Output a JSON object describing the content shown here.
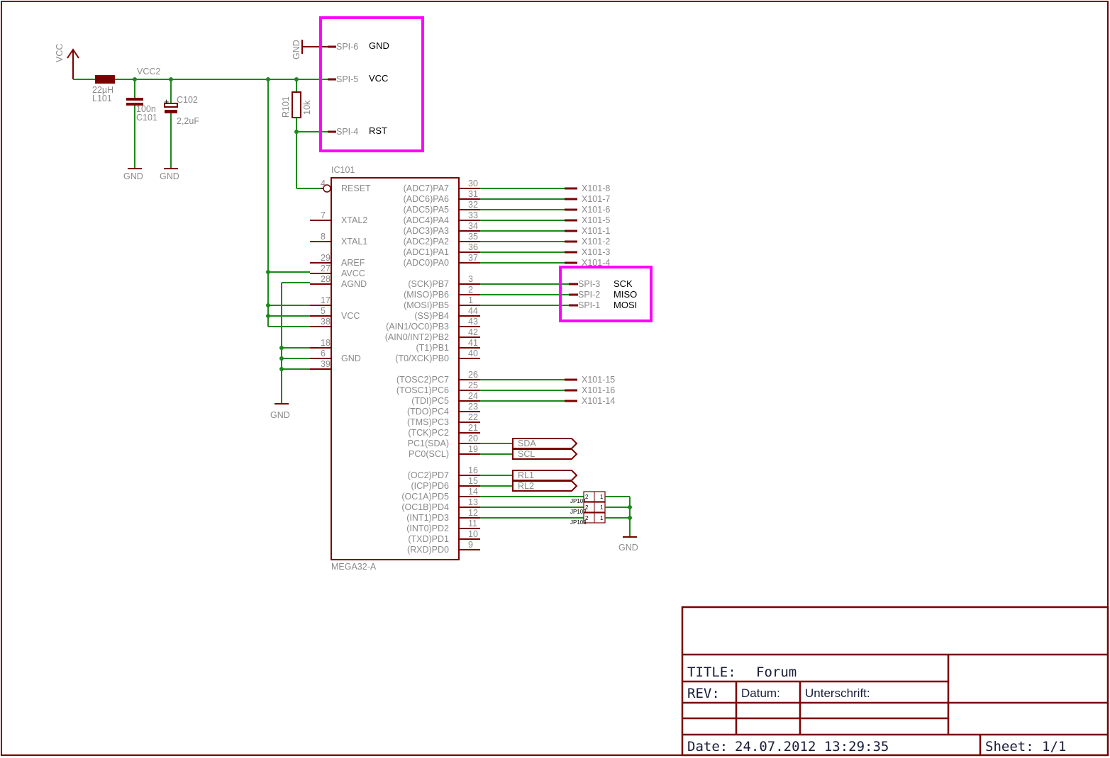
{
  "supply": {
    "vcc_label": "VCC",
    "vcc2_label": "VCC2",
    "inductor": {
      "value": "22µH",
      "name": "L101"
    },
    "cap1": {
      "value": "100n",
      "name": "C101"
    },
    "cap2": {
      "value": "2,2uF",
      "name": "C102"
    },
    "gnd_label": "GND"
  },
  "reset_resistor": {
    "name": "R101",
    "value": "10k"
  },
  "spi_top": [
    {
      "pin": "SPI-6",
      "signal": "GND"
    },
    {
      "pin": "SPI-5",
      "signal": "VCC"
    },
    {
      "pin": "SPI-4",
      "signal": "RST"
    }
  ],
  "spi_right": [
    {
      "pin": "SPI-3",
      "signal": "SCK"
    },
    {
      "pin": "SPI-2",
      "signal": "MISO"
    },
    {
      "pin": "SPI-1",
      "signal": "MOSI"
    }
  ],
  "ic": {
    "name": "IC101",
    "part": "MEGA32-A",
    "left_labels": [
      {
        "num": "4",
        "name": "RESET"
      },
      {
        "num": "7",
        "name": "XTAL2"
      },
      {
        "num": "8",
        "name": "XTAL1"
      },
      {
        "num": "29",
        "name": "AREF"
      },
      {
        "num": "27",
        "name": "AVCC"
      },
      {
        "num": "28",
        "name": "AGND"
      },
      {
        "num": "17",
        "name": ""
      },
      {
        "num": "5",
        "name": "VCC"
      },
      {
        "num": "38",
        "name": ""
      },
      {
        "num": "18",
        "name": ""
      },
      {
        "num": "6",
        "name": "GND"
      },
      {
        "num": "39",
        "name": ""
      }
    ],
    "right_pins": [
      {
        "num": "30",
        "name": "(ADC7)PA7",
        "net": "X101-8"
      },
      {
        "num": "31",
        "name": "(ADC6)PA6",
        "net": "X101-7"
      },
      {
        "num": "32",
        "name": "(ADC5)PA5",
        "net": "X101-6"
      },
      {
        "num": "33",
        "name": "(ADC4)PA4",
        "net": "X101-5"
      },
      {
        "num": "34",
        "name": "(ADC3)PA3",
        "net": "X101-1"
      },
      {
        "num": "35",
        "name": "(ADC2)PA2",
        "net": "X101-2"
      },
      {
        "num": "36",
        "name": "(ADC1)PA1",
        "net": "X101-3"
      },
      {
        "num": "37",
        "name": "(ADC0)PA0",
        "net": "X101-4"
      },
      {
        "num": "3",
        "name": "(SCK)PB7",
        "net": ""
      },
      {
        "num": "2",
        "name": "(MISO)PB6",
        "net": ""
      },
      {
        "num": "1",
        "name": "(MOSI)PB5",
        "net": ""
      },
      {
        "num": "44",
        "name": "(SS)PB4",
        "net": ""
      },
      {
        "num": "43",
        "name": "(AIN1/OC0)PB3",
        "net": ""
      },
      {
        "num": "42",
        "name": "(AIN0/INT2)PB2",
        "net": ""
      },
      {
        "num": "41",
        "name": "(T1)PB1",
        "net": ""
      },
      {
        "num": "40",
        "name": "(T0/XCK)PB0",
        "net": ""
      },
      {
        "num": "26",
        "name": "(TOSC2)PC7",
        "net": "X101-15"
      },
      {
        "num": "25",
        "name": "(TOSC1)PC6",
        "net": "X101-16"
      },
      {
        "num": "24",
        "name": "(TDI)PC5",
        "net": "X101-14"
      },
      {
        "num": "23",
        "name": "(TDO)PC4",
        "net": ""
      },
      {
        "num": "22",
        "name": "(TMS)PC3",
        "net": ""
      },
      {
        "num": "21",
        "name": "(TCK)PC2",
        "net": ""
      },
      {
        "num": "20",
        "name": "PC1(SDA)",
        "net": "SDA"
      },
      {
        "num": "19",
        "name": "PC0(SCL)",
        "net": "SCL"
      },
      {
        "num": "16",
        "name": "(OC2)PD7",
        "net": "RL1"
      },
      {
        "num": "15",
        "name": "(ICP)PD6",
        "net": "RL2"
      },
      {
        "num": "14",
        "name": "(OC1A)PD5",
        "net": ""
      },
      {
        "num": "13",
        "name": "(OC1B)PD4",
        "net": "JP101"
      },
      {
        "num": "12",
        "name": "(INT1)PD3",
        "net": "JP102"
      },
      {
        "num": "11",
        "name": "(INT0)PD2",
        "net": "JP103"
      },
      {
        "num": "10",
        "name": "(TXD)PD1",
        "net": ""
      },
      {
        "num": "9",
        "name": "(RXD)PD0",
        "net": ""
      }
    ]
  },
  "jumpers": [
    {
      "name": "JP101",
      "pin_a": "2",
      "pin_b": "1"
    },
    {
      "name": "JP102",
      "pin_a": "2",
      "pin_b": "1"
    },
    {
      "name": "JP103",
      "pin_a": "2",
      "pin_b": "1"
    }
  ],
  "title_block": {
    "title_label": "TITLE:",
    "title_value": "Forum",
    "rev_label": "REV:",
    "datum_label": "Datum:",
    "unterschrift_label": "Unterschrift:",
    "date_label": "Date:",
    "date_value": "24.07.2012 13:29:35",
    "sheet_label": "Sheet:",
    "sheet_value": "1/1"
  },
  "colors": {
    "frame": "#7a0000",
    "wire": "#1a8a1a",
    "highlight": "#ff00ff",
    "text_grey": "#8a8a8a"
  }
}
